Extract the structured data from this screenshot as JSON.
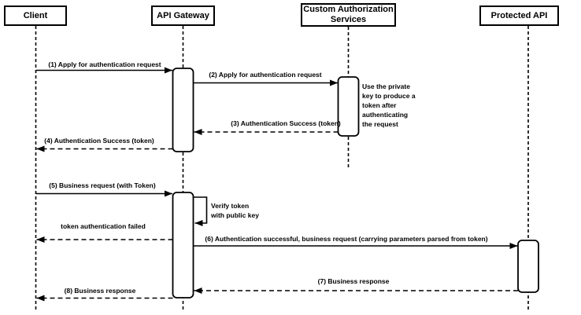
{
  "diagram": {
    "type": "sequence",
    "participants": [
      {
        "label": "Client"
      },
      {
        "label": "API Gateway"
      },
      {
        "label": "Custom Authorization\nServices"
      },
      {
        "label": "Protected API"
      }
    ],
    "messages": [
      {
        "label": "(1) Apply for authentication request",
        "from": "Client",
        "to": "API Gateway",
        "line": "solid"
      },
      {
        "label": "(2) Apply for authentication request",
        "from": "API Gateway",
        "to": "Custom Authorization Services",
        "line": "solid"
      },
      {
        "label": "(3) Authentication Success (token)",
        "from": "Custom Authorization Services",
        "to": "API Gateway",
        "line": "dashed"
      },
      {
        "label": "(4) Authentication Success (token)",
        "from": "API Gateway",
        "to": "Client",
        "line": "dashed"
      },
      {
        "label": "(5) Business request (with Token)",
        "from": "Client",
        "to": "API Gateway",
        "line": "solid"
      },
      {
        "label": "Verify token\nwith public key",
        "from": "API Gateway",
        "to": "API Gateway",
        "line": "self"
      },
      {
        "label": "token authentication failed",
        "from": "API Gateway",
        "to": "Client",
        "line": "dashed"
      },
      {
        "label": "(6) Authentication successful, business request (carrying parameters parsed from token)",
        "from": "API Gateway",
        "to": "Protected API",
        "line": "solid"
      },
      {
        "label": "(7) Business response",
        "from": "Protected API",
        "to": "API Gateway",
        "line": "dashed"
      },
      {
        "label": "(8) Business response",
        "from": "API Gateway",
        "to": "Client",
        "line": "dashed"
      }
    ],
    "note": {
      "label": "Use the private\nkey to produce a\ntoken after\nauthenticating\nthe request",
      "attached_to": "Custom Authorization Services"
    },
    "colors": {
      "stroke": "#000000",
      "fill": "#ffffff",
      "background": "#ffffff"
    }
  }
}
